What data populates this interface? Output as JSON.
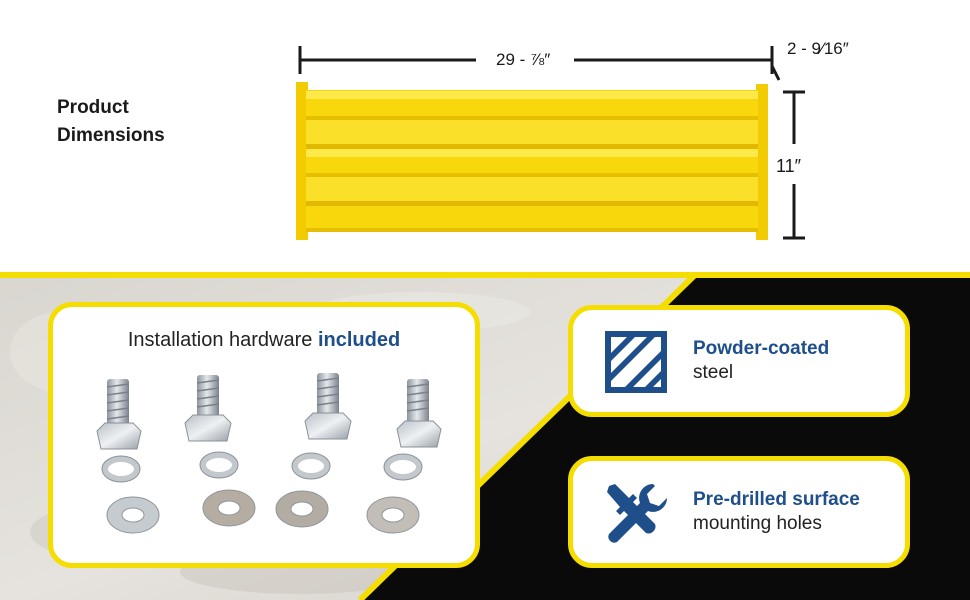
{
  "product": {
    "label_line1": "Product",
    "label_line2": "Dimensions"
  },
  "dimensions": {
    "length": "29 - ⅞″",
    "depth": "2 - 9⁄16″",
    "height": "11″"
  },
  "hardware": {
    "title_prefix": "Installation hardware ",
    "title_emphasis": "included"
  },
  "features": [
    {
      "title": "Powder-coated",
      "subtitle": "steel",
      "icon": "striped-square-icon"
    },
    {
      "title": "Pre-drilled surface",
      "subtitle": "mounting holes",
      "icon": "wrench-screwdriver-icon"
    }
  ],
  "colors": {
    "accent_yellow": "#f5dd00",
    "brand_blue": "#1e4f8a",
    "rail_yellow": "#f8d80c",
    "dark_panel": "#0a0a0a"
  }
}
